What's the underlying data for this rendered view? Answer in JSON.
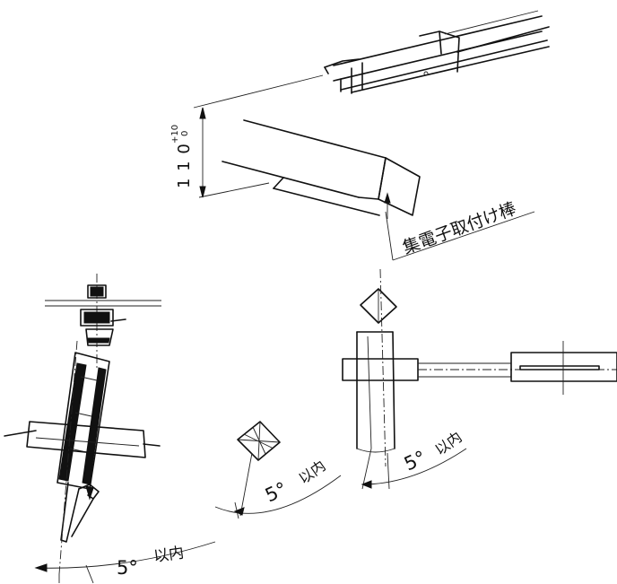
{
  "dimension": {
    "value_text": "1 1 0",
    "tol_upper": "+10",
    "tol_lower": "0"
  },
  "collector_rod_label": "集電子取付け棒",
  "angles": {
    "left": {
      "degree": "5°",
      "limit": "以内"
    },
    "middle": {
      "degree": "5°",
      "limit": "以内"
    },
    "right": {
      "degree": "5°",
      "limit": "以内"
    }
  },
  "colors": {
    "ink": "#111111",
    "paper": "#ffffff"
  }
}
